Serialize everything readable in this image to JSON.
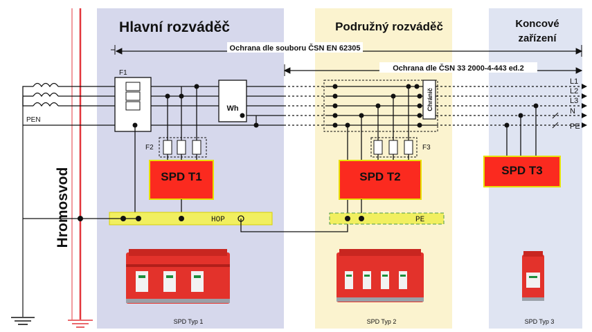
{
  "panels": {
    "main": {
      "title": "Hlavní rozváděč",
      "color": "#d6d8ec"
    },
    "sub": {
      "title": "Podružný rozváděč",
      "color": "#fbf3cf"
    },
    "end": {
      "title_line1": "Koncové",
      "title_line2": "zařízení",
      "color": "#dfe4f2"
    }
  },
  "protection": {
    "wide": "Ochrana dle souboru ČSN EN 62305",
    "narrow": "Ochrana dle ČSN 33 2000-4-443 ed.2"
  },
  "conductors": [
    "L1",
    "L2",
    "L3",
    "N",
    "PE"
  ],
  "labels": {
    "pen": "PEN",
    "fuse_main": "F1",
    "fuse_spd1": "F2",
    "fuse_spd2": "F3",
    "meter": "Wh",
    "rcd": "Chránič",
    "lightning": "Hromosvod"
  },
  "spd_boxes": {
    "t1": "SPD T1",
    "t2": "SPD T2",
    "t3": "SPD T3"
  },
  "bars": {
    "hop": "HOP",
    "pe": "PE"
  },
  "products": {
    "t1": "SPD Typ 1",
    "t2": "SPD Typ 2",
    "t3": "SPD Typ 3"
  },
  "colors": {
    "spd_fill": "#fb2a1f",
    "spd_border": "#e8e000",
    "bar_fill": "#f1ef60",
    "lightning_line": "#e3363c"
  }
}
